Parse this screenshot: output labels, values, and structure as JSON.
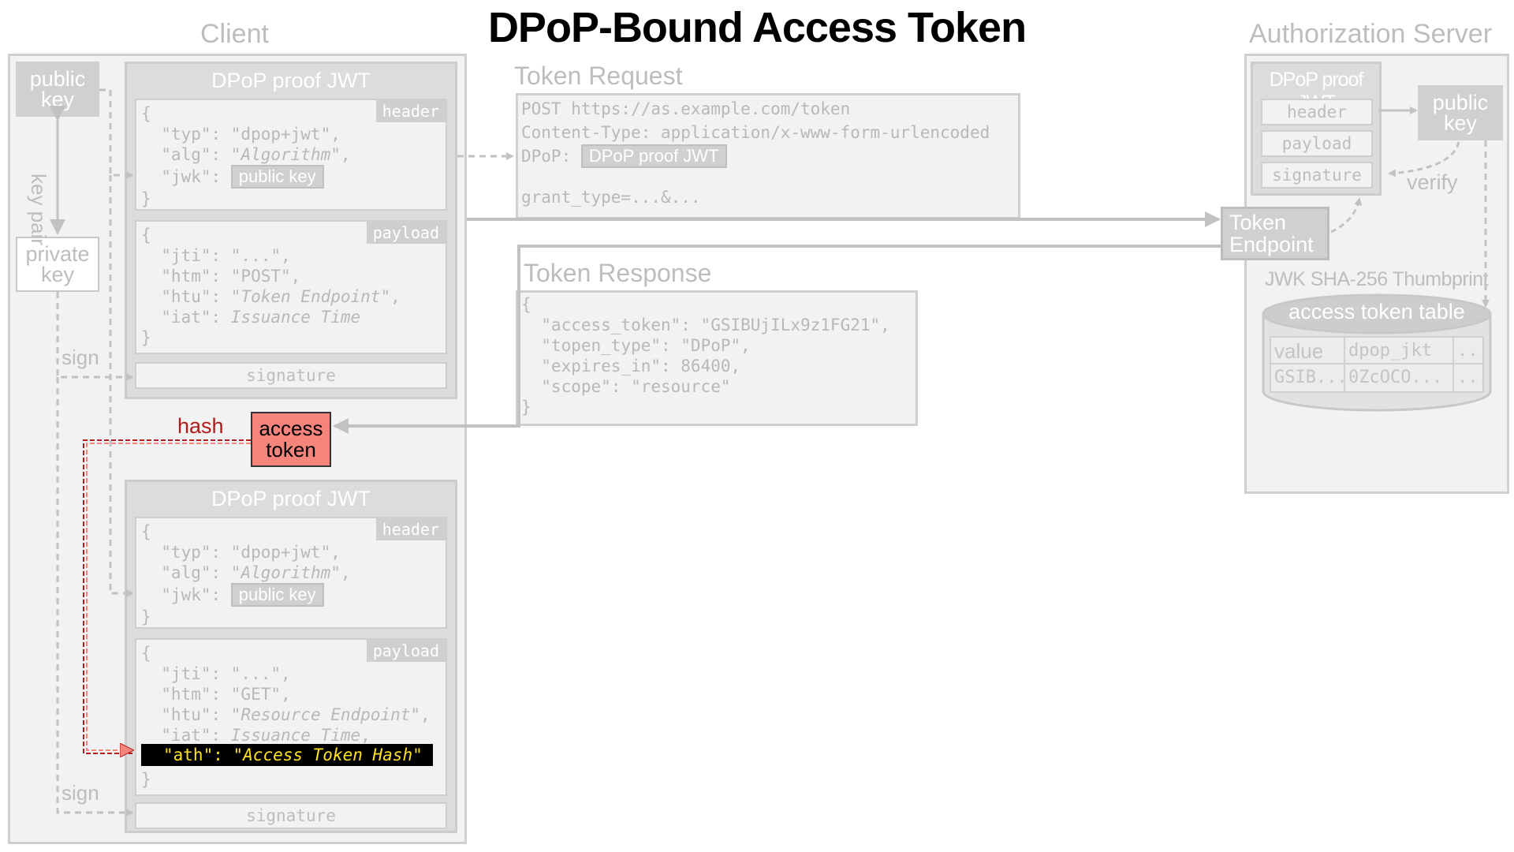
{
  "title": "DPoP-Bound Access Token",
  "client": {
    "label": "Client",
    "public_key": "public key",
    "private_key": "private key",
    "key_pair": "key pair",
    "sign_1": "sign",
    "sign_2": "sign",
    "hash": "hash",
    "access_token": "access token",
    "jwt1": {
      "title": "DPoP proof JWT",
      "header_tag": "header",
      "header_open": "{",
      "typ_line": "  \"typ\": \"dpop+jwt\",",
      "alg_key": "  \"alg\": \"",
      "alg_val": "Algorithm",
      "alg_end": "\",",
      "jwk_key": "  \"jwk\": ",
      "jwk_val": "public key",
      "header_close": "}",
      "payload_tag": "payload",
      "payload_open": "{",
      "jti_line": "  \"jti\": \"...\",",
      "htm_line": "  \"htm\": \"POST\",",
      "htu_key": "  \"htu\": \"",
      "htu_val": "Token Endpoint",
      "htu_end": "\",",
      "iat_key": "  \"iat\": ",
      "iat_val": "Issuance Time",
      "payload_close": "}",
      "signature": "signature"
    },
    "jwt2": {
      "title": "DPoP proof JWT",
      "header_tag": "header",
      "header_open": "{",
      "typ_line": "  \"typ\": \"dpop+jwt\",",
      "alg_key": "  \"alg\": \"",
      "alg_val": "Algorithm",
      "alg_end": "\",",
      "jwk_key": "  \"jwk\": ",
      "jwk_val": "public key",
      "header_close": "}",
      "payload_tag": "payload",
      "payload_open": "{",
      "jti_line": "  \"jti\": \"...\",",
      "htm_line": "  \"htm\": \"GET\",",
      "htu_key": "  \"htu\": \"",
      "htu_val": "Resource Endpoint",
      "htu_end": "\",",
      "iat_key": "  \"iat\": ",
      "iat_val": "Issuance Time",
      "iat_end": ",",
      "ath_key": "\"ath\": \"",
      "ath_val": "Access Token Hash",
      "ath_end": "\"",
      "payload_close": "}",
      "signature": "signature"
    }
  },
  "token_request": {
    "label": "Token Request",
    "line1": "POST https://as.example.com/token",
    "line2": "Content-Type: application/x-www-form-urlencoded",
    "line3_key": "DPoP: ",
    "line3_val": "DPoP proof JWT",
    "line4": "grant_type=...&..."
  },
  "token_response": {
    "label": "Token Response",
    "line1": "{",
    "line2": "  \"access_token\": \"GSIBUjILx9z1FG21\",",
    "line3": "  \"topen_type\": \"DPoP\",",
    "line4": "  \"expires_in\": 86400,",
    "line5": "  \"scope\": \"resource\"",
    "line6": "}"
  },
  "auth_server": {
    "label": "Authorization Server",
    "jwt_title": "DPoP proof JWT",
    "header": "header",
    "payload": "payload",
    "signature": "signature",
    "public_key": "public key",
    "verify": "verify",
    "token_endpoint": "Token Endpoint",
    "thumbprint": "JWK SHA-256 Thumbprint",
    "table": {
      "title": "access token table",
      "headers": [
        "value",
        "dpop_jkt",
        "..."
      ],
      "row": [
        "GSIB...",
        "0ZcOCO...",
        "..."
      ]
    }
  },
  "colors": {
    "panel": "#f2f2f2",
    "border": "#cfcfcf",
    "access_token_fill": "#f4847c",
    "hash_line": "#b01c1c",
    "highlight_bg": "#000000",
    "highlight_fg": "#ffe21f"
  }
}
